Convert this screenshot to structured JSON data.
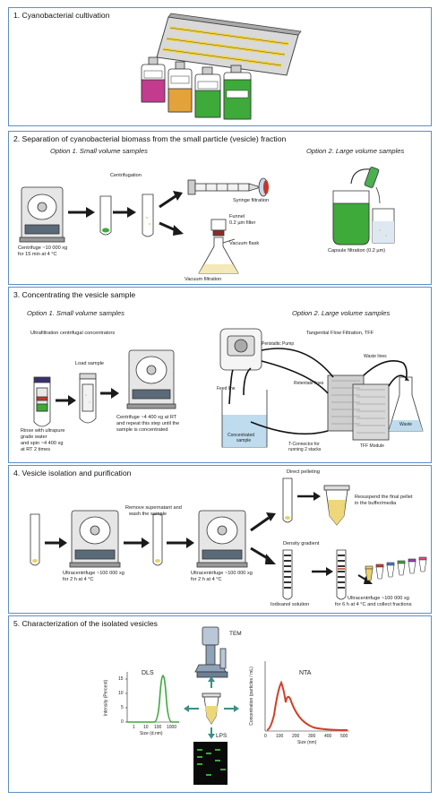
{
  "panels": {
    "p1": {
      "title": "1. Cyanobacterial cultivation"
    },
    "p2": {
      "title": "2. Separation of cyanobacterial biomass from the small particle (vesicle) fraction",
      "option1": "Option 1. Small volume samples",
      "option2": "Option 2. Large volume samples",
      "centrifugation": "Centrifugation",
      "centrifuge_cond_a": "Centrifuge ~10 000 xg",
      "centrifuge_cond_b": "for 15 min at 4 °C",
      "syringe": "Syringe filtration",
      "funnel_a": "Funnel",
      "funnel_b": "0.2 µm filter",
      "vacuum_flask": "Vacuum flask",
      "vacuum_filtration": "Vacuum filtration",
      "capsule": "Capsule filtration (0.2 µm)"
    },
    "p3": {
      "title": "3. Concentrating the vesicle sample",
      "option1": "Option 1. Small volume samples",
      "option2": "Option 2. Large volume samples",
      "ultrafiltration": "Ultrafiltration centrifugal concentrators",
      "load": "Load sample",
      "rinse_a": "Rinse with ultrapure",
      "rinse_b": "grade water",
      "rinse_c": "and spin ~4 400 xg",
      "rinse_d": "at RT 2 times",
      "cent_a": "Centrifuge ~4 400 xg at RT",
      "cent_b": "and repeat this step until the",
      "cent_c": "sample is concentrated",
      "tff": "Tangential Flow Filtration, TFF",
      "pump": "Peristaltic Pump",
      "waste_lines": "Waste lines",
      "retentate": "Retentate lines",
      "feed": "Feed line",
      "conc_a": "Concentrated",
      "conc_b": "sample",
      "tconn_a": "T-Connector for",
      "tconn_b": "running 2 stacks",
      "module": "TFF Module",
      "waste": "Waste"
    },
    "p4": {
      "title": "4. Vesicle isolation and purification",
      "remove_a": "Remove supernatant and",
      "remove_b": "wash the sample",
      "uc1_a": "Ultracentrifuge ~100 000 xg",
      "uc1_b": "for 2 h at 4 °C",
      "uc2_a": "Ultracentrifuge ~100 000 xg",
      "uc2_b": "for 2 h at 4 °C",
      "direct": "Direct pelleting",
      "resuspend_a": "Resuspend the final pellet",
      "resuspend_b": "in the buffer/media",
      "density": "Density gradient",
      "iodixanol": "Iodixanol solution",
      "uc3_a": "Ultracentrifuge ~100 000 xg",
      "uc3_b": "for 6 h at 4 °C and collect fractions"
    },
    "p5": {
      "title": "5. Characterization of the isolated vesicles",
      "tem": "TEM",
      "dls": "DLS",
      "nta": "NTA",
      "lps": "LPS",
      "dls_ylabel": "Intensity (Percent)",
      "dls_xlabel": "Size (d.nm)",
      "nta_ylabel": "Concentration (particles / mL)",
      "nta_xlabel": "Size (nm)",
      "dls_yticks": [
        "15",
        "10",
        "5",
        "0"
      ],
      "dls_xticks": [
        "1",
        "10",
        "100",
        "1000"
      ],
      "nta_xticks": [
        "0",
        "100",
        "200",
        "300",
        "400",
        "500"
      ]
    }
  },
  "colors": {
    "panel_border": "#5d8fc6",
    "culture_green": "#3daa3a",
    "pellet_yellow": "#e9d26a",
    "curve_red": "#d0402a",
    "arrow": "#1a1a1a"
  }
}
